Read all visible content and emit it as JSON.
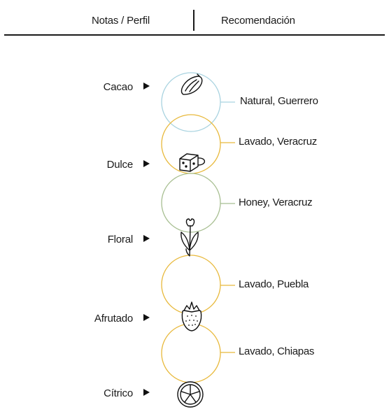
{
  "header": {
    "left_title": "Notas / Perfil",
    "right_title": "Recomendación"
  },
  "notes": [
    {
      "label": "Cacao",
      "icon": "cacao-pod-icon"
    },
    {
      "label": "Dulce",
      "icon": "sugar-cube-icon"
    },
    {
      "label": "Floral",
      "icon": "flower-icon"
    },
    {
      "label": "Afrutado",
      "icon": "strawberry-icon"
    },
    {
      "label": "Cítrico",
      "icon": "citrus-slice-icon"
    }
  ],
  "recommendations": [
    {
      "label": "Natural, Guerrero",
      "color": "#a9d3e0"
    },
    {
      "label": "Lavado, Veracruz",
      "color": "#e8b93c"
    },
    {
      "label": "Honey, Veracruz",
      "color": "#a8bf92"
    },
    {
      "label": "Lavado, Puebla",
      "color": "#e8b93c"
    },
    {
      "label": "Lavado, Chiapas",
      "color": "#e8b93c"
    }
  ]
}
